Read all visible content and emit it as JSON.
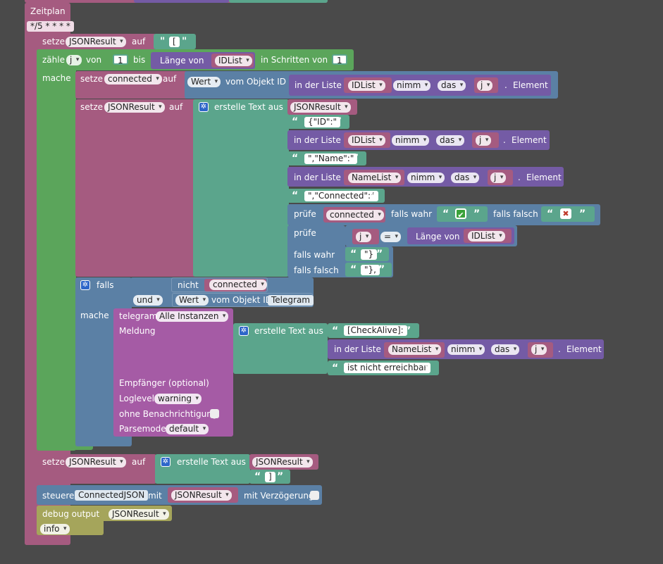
{
  "top_block": {
    "label": "Zeitplan",
    "cron": "*/5 * * * *"
  },
  "setze1": {
    "set": "setze",
    "var": "JSONResult",
    "auf": "auf",
    "open": "\"",
    "value": "[",
    "close": "\""
  },
  "zaehle": {
    "label": "zähle",
    "var": "j",
    "von": "von",
    "from": "1",
    "bis": "bis",
    "laenge": "Länge von",
    "list": "IDList",
    "schritt": "in Schritten von",
    "step": "1"
  },
  "mache": "mache",
  "setze_connected": {
    "set": "setze",
    "var": "connected",
    "auf": "auf",
    "wert": "Wert",
    "vom": "vom Objekt ID",
    "in_list": "in der Liste",
    "list": "IDList",
    "nimm": "nimm",
    "das": "das",
    "idx": "j",
    "dot": ".",
    "element": "Element"
  },
  "setze_json": {
    "set": "setze",
    "var": "JSONResult",
    "auf": "auf",
    "erstelle": "erstelle Text aus"
  },
  "text_items": {
    "v1": "JSONResult",
    "t_id": "{\"ID\":\"",
    "list1": {
      "in_list": "in der Liste",
      "list": "IDList",
      "nimm": "nimm",
      "das": "das",
      "idx": "j",
      "dot": ".",
      "element": "Element"
    },
    "t_name": "\",\"Name\":\"",
    "list2": {
      "in_list": "in der Liste",
      "list": "NameList",
      "nimm": "nimm",
      "das": "das",
      "idx": "j",
      "dot": ".",
      "element": "Element"
    },
    "t_conn": "\",\"Connected\":\"",
    "pruefe1": {
      "label": "prüfe",
      "var": "connected",
      "falls_wahr": "falls wahr",
      "true_val": "✔",
      "falls_falsch": "falls falsch",
      "false_val": "✖"
    },
    "pruefe2": {
      "label": "prüfe",
      "idx": "j",
      "eq": "=",
      "laenge": "Länge von",
      "list": "IDList",
      "falls_wahr": "falls wahr",
      "wahr_val": "\"}",
      "falls_falsch": "falls falsch",
      "falsch_val": "\"},"
    }
  },
  "falls_block": {
    "falls": "falls",
    "nicht": "nicht",
    "var": "connected",
    "und": "und",
    "wert": "Wert",
    "vom": "vom Objekt ID",
    "obj": "Telegram",
    "mache": "mache"
  },
  "telegram": {
    "label": "telegram",
    "instance": "Alle Instanzen",
    "meldung": "Meldung",
    "erstelle": "erstelle Text aus",
    "t1": "[CheckAlive]:",
    "in_list": "in der Liste",
    "list": "NameList",
    "nimm": "nimm",
    "das": "das",
    "idx": "j",
    "dot": ".",
    "element": "Element",
    "t2": " ist nicht erreichbar",
    "empfaenger": "Empfänger (optional)",
    "loglevel": "Loglevel",
    "loglevel_val": "warning",
    "ohne": "ohne Benachrichtigung",
    "parsemode": "Parsemode",
    "parsemode_val": "default"
  },
  "setze3": {
    "set": "setze",
    "var": "JSONResult",
    "auf": "auf",
    "erstelle": "erstelle Text aus",
    "v1": "JSONResult",
    "t": "]"
  },
  "steuere": {
    "label": "steuere",
    "obj": "ConnectedJSON",
    "mit": "mit",
    "var": "JSONResult",
    "verz": "mit Verzögerung"
  },
  "debug": {
    "label": "debug output",
    "var": "JSONResult",
    "level": "info"
  },
  "colors": {
    "pink": "#a55b80",
    "purple": "#745ba5",
    "teal": "#5ba58c",
    "green": "#5ba55b",
    "blue": "#5b80a5",
    "olive": "#a5a55b"
  }
}
